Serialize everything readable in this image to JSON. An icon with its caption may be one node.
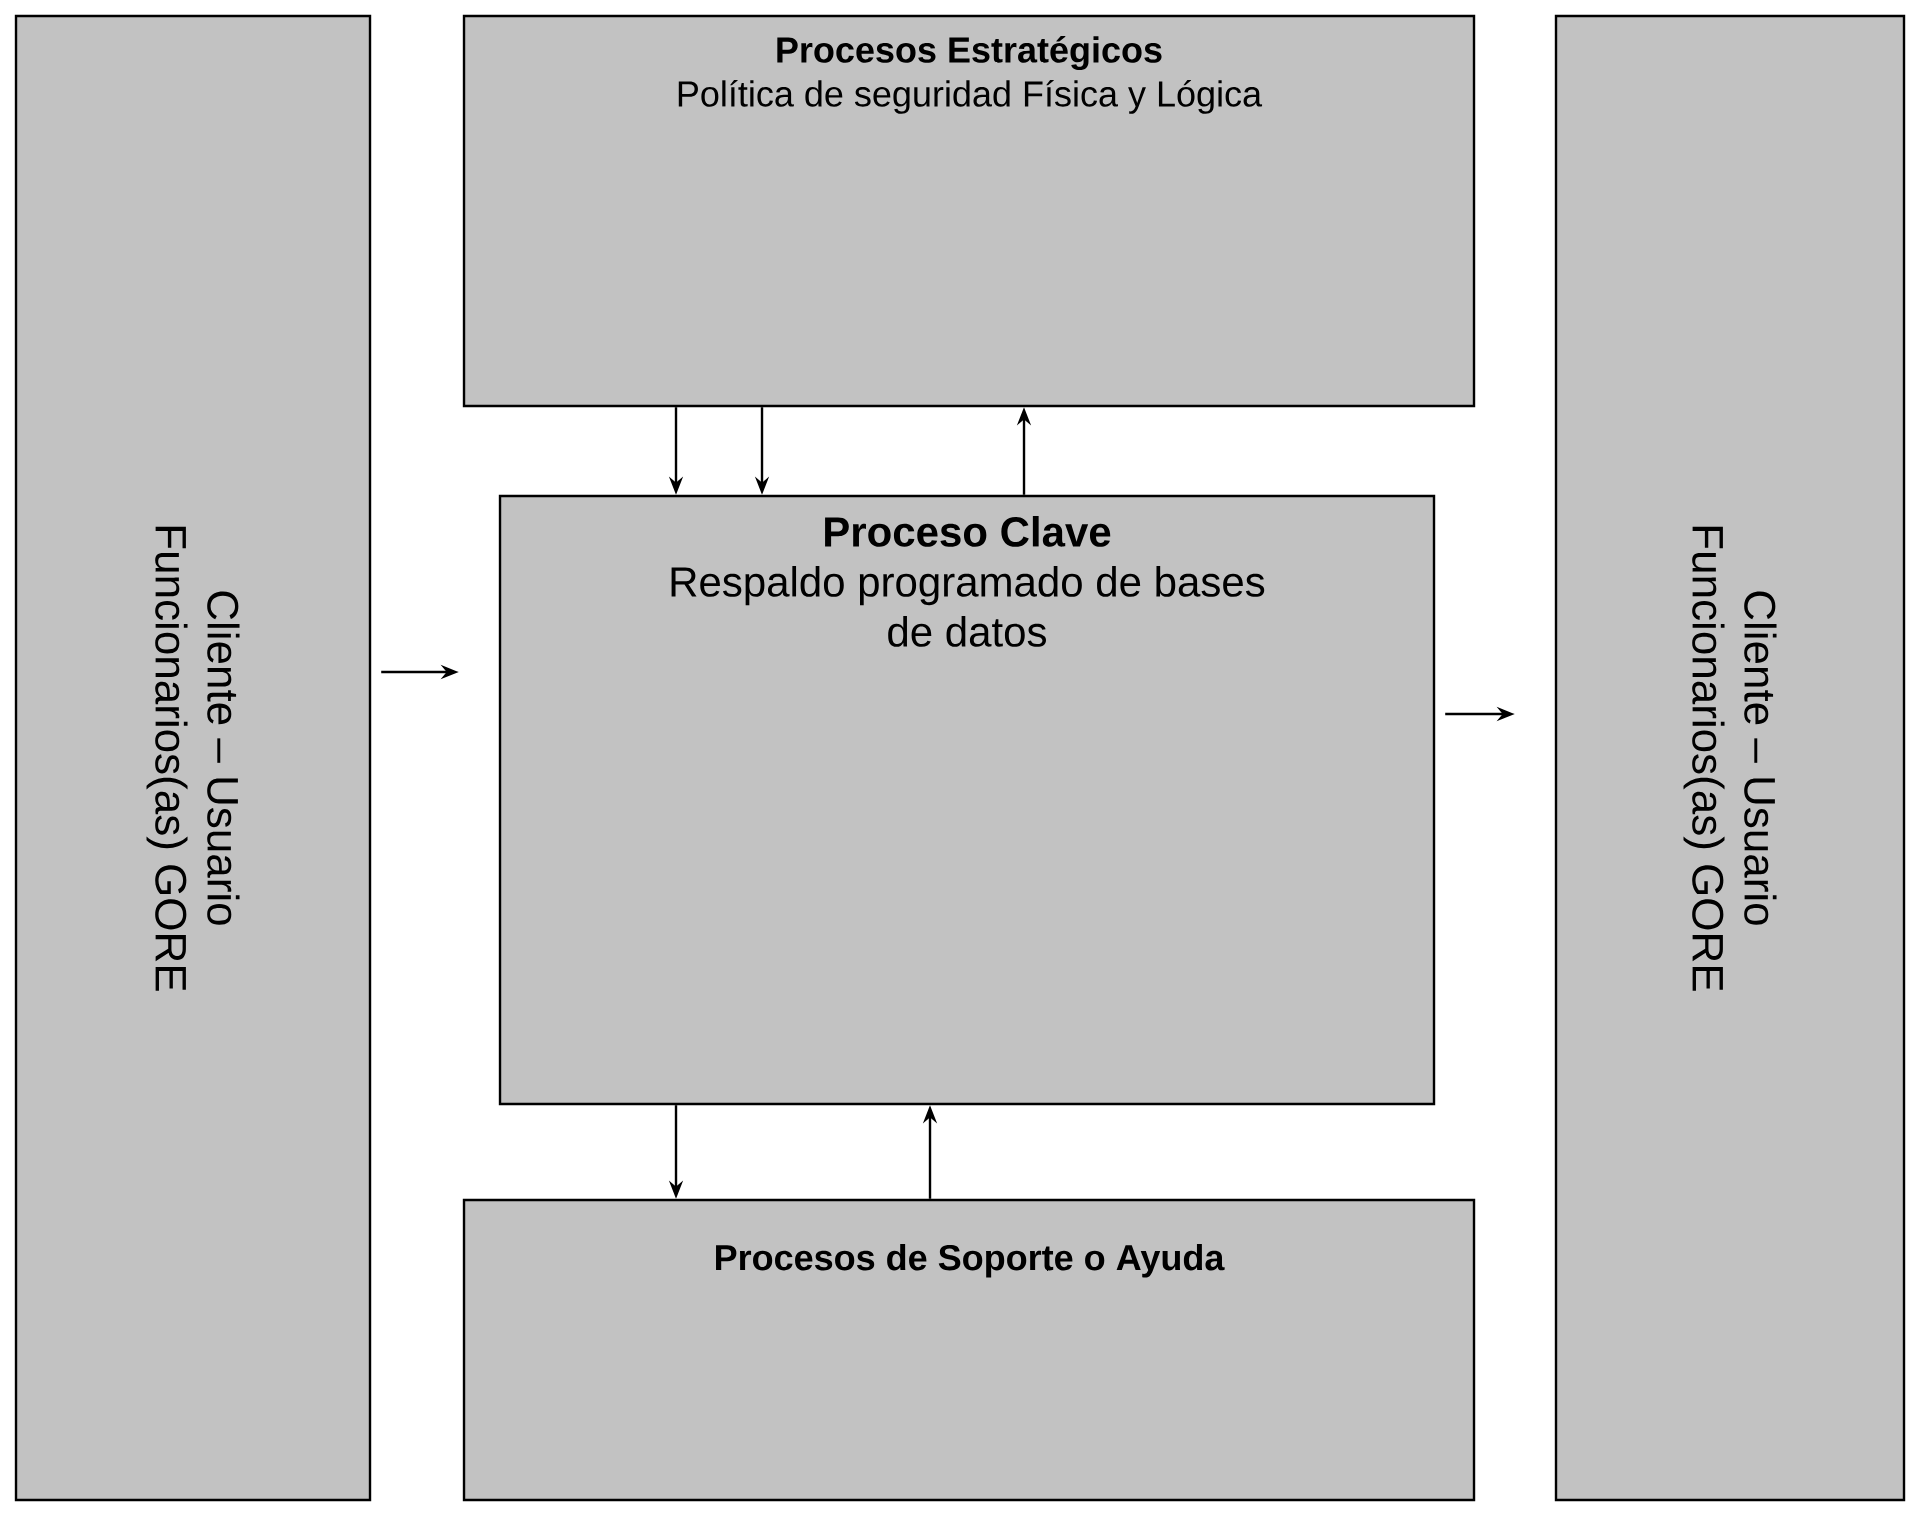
{
  "diagram": {
    "nodes": [
      {
        "text": [
          "Cliente – Usuario",
          "Funcionarios(as) GORE"
        ]
      },
      {
        "text": [
          "Procesos Estratégicos",
          "Política de seguridad Física y Lógica"
        ]
      },
      {
        "text": [
          "Proceso Clave",
          "Respaldo programado de bases de datos"
        ]
      },
      {
        "text": [
          "Procesos de Soporte o Ayuda"
        ]
      },
      {
        "text": [
          "Cliente – Usuario",
          "Funcionarios(as) GORE"
        ]
      }
    ],
    "edges": [
      {
        "from": 0,
        "to": 2,
        "arrow": "to"
      },
      {
        "from": 1,
        "to": 2,
        "arrow": "to"
      },
      {
        "from": 1,
        "to": 2,
        "arrow": "to"
      },
      {
        "from": 2,
        "to": 1,
        "arrow": "to"
      },
      {
        "from": 2,
        "to": 4,
        "arrow": "to"
      },
      {
        "from": 2,
        "to": 3,
        "arrow": "to"
      },
      {
        "from": 3,
        "to": 2,
        "arrow": "to"
      }
    ]
  }
}
